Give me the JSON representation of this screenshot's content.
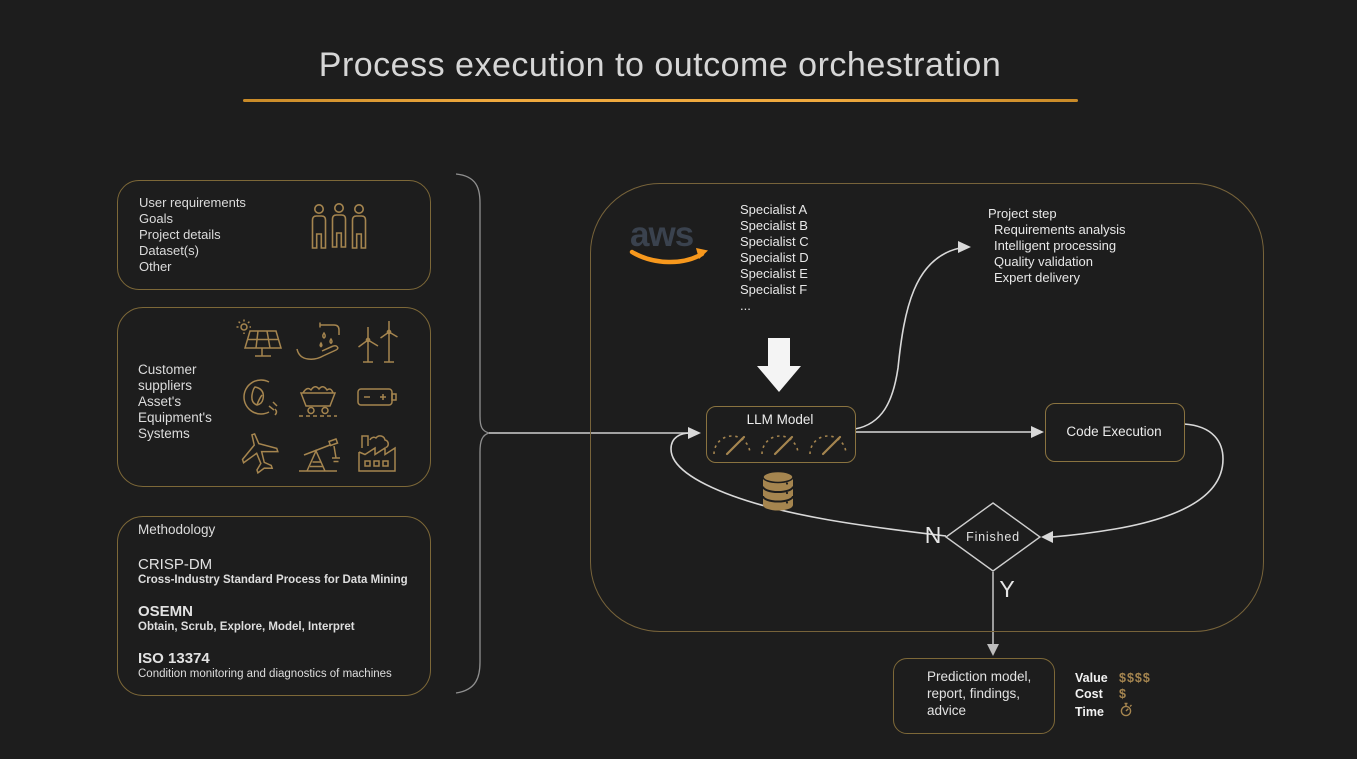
{
  "title": "Process execution to outcome orchestration",
  "colors": {
    "background": "#1d1d1d",
    "gold_icon": "#a5854f",
    "gold_border": "#7d6838",
    "underline_orange": "#efa93e",
    "aws_orange": "#f7981d",
    "aws_text": "#3a424e",
    "connector_gray": "#d9d9d9"
  },
  "inputs": {
    "requirements_box": {
      "lines": [
        "User requirements",
        "Goals",
        "Project details",
        "Dataset(s)",
        "Other"
      ],
      "icon": "people-group-icon"
    },
    "assets_box": {
      "lines": [
        "Customer",
        "suppliers",
        "Asset's",
        "Equipment's",
        "Systems"
      ],
      "icons": [
        "solar-panel-icon",
        "water-saving-icon",
        "wind-turbine-icon",
        "eco-energy-icon",
        "coal-cart-icon",
        "battery-icon",
        "airplane-icon",
        "oil-pump-icon",
        "factory-icon"
      ]
    },
    "methodology_box": {
      "heading": "Methodology",
      "items": [
        {
          "name": "CRISP-DM",
          "desc": "Cross-Industry Standard Process for Data Mining"
        },
        {
          "name": "OSEMN",
          "desc": "Obtain, Scrub, Explore, Model, Interpret"
        },
        {
          "name": "ISO 13374",
          "desc": "Condition monitoring and diagnostics of machines"
        }
      ]
    }
  },
  "orchestration": {
    "aws_logo_text": "aws",
    "specialists": [
      "Specialist A",
      "Specialist B",
      "Specialist C",
      "Specialist D",
      "Specialist E",
      "Specialist F",
      "..."
    ],
    "project_step": {
      "heading": "Project step",
      "steps": [
        "Requirements analysis",
        "Intelligent processing",
        "Quality validation",
        "Expert delivery"
      ]
    },
    "llm_box": {
      "label": "LLM Model",
      "icons": [
        "gauge-icon",
        "gauge-icon",
        "gauge-icon"
      ]
    },
    "database_icon": "database-icon",
    "code_box": {
      "label": "Code Execution"
    },
    "decision": {
      "label": "Finished",
      "no_label": "N",
      "yes_label": "Y"
    }
  },
  "output": {
    "prediction_box": {
      "lines": [
        "Prediction model,",
        "report, findings,",
        "advice"
      ]
    },
    "legend": {
      "rows": [
        {
          "label": "Value",
          "value": "$$$$"
        },
        {
          "label": "Cost",
          "value": "$"
        },
        {
          "label": "Time",
          "value": "",
          "icon": "stopwatch-icon"
        }
      ]
    }
  }
}
